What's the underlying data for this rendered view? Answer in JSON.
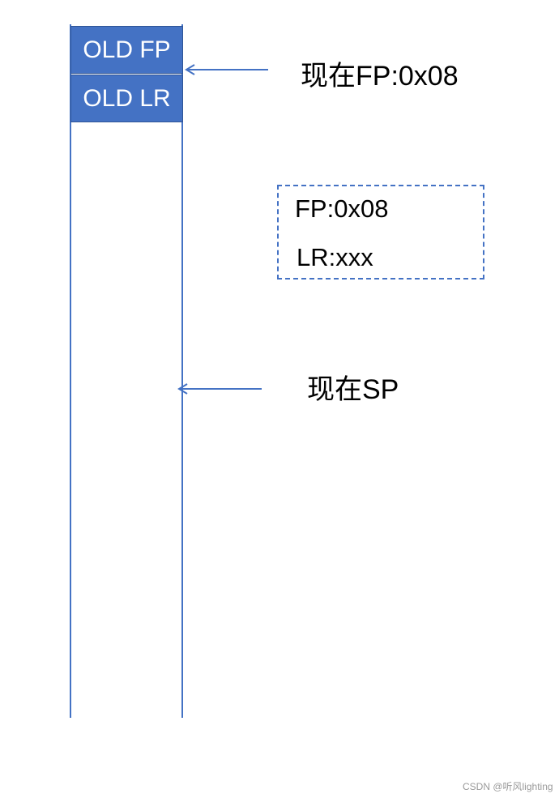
{
  "stack": {
    "cells": [
      {
        "label": "OLD FP"
      },
      {
        "label": "OLD LR"
      }
    ]
  },
  "pointers": {
    "fp_label": "现在FP:0x08",
    "sp_label": "现在SP"
  },
  "registers": {
    "fp": "FP:0x08",
    "lr": "LR:xxx"
  },
  "watermark": "CSDN @听风lighting",
  "colors": {
    "accent": "#4472c4",
    "cell_text": "#ffffff"
  }
}
